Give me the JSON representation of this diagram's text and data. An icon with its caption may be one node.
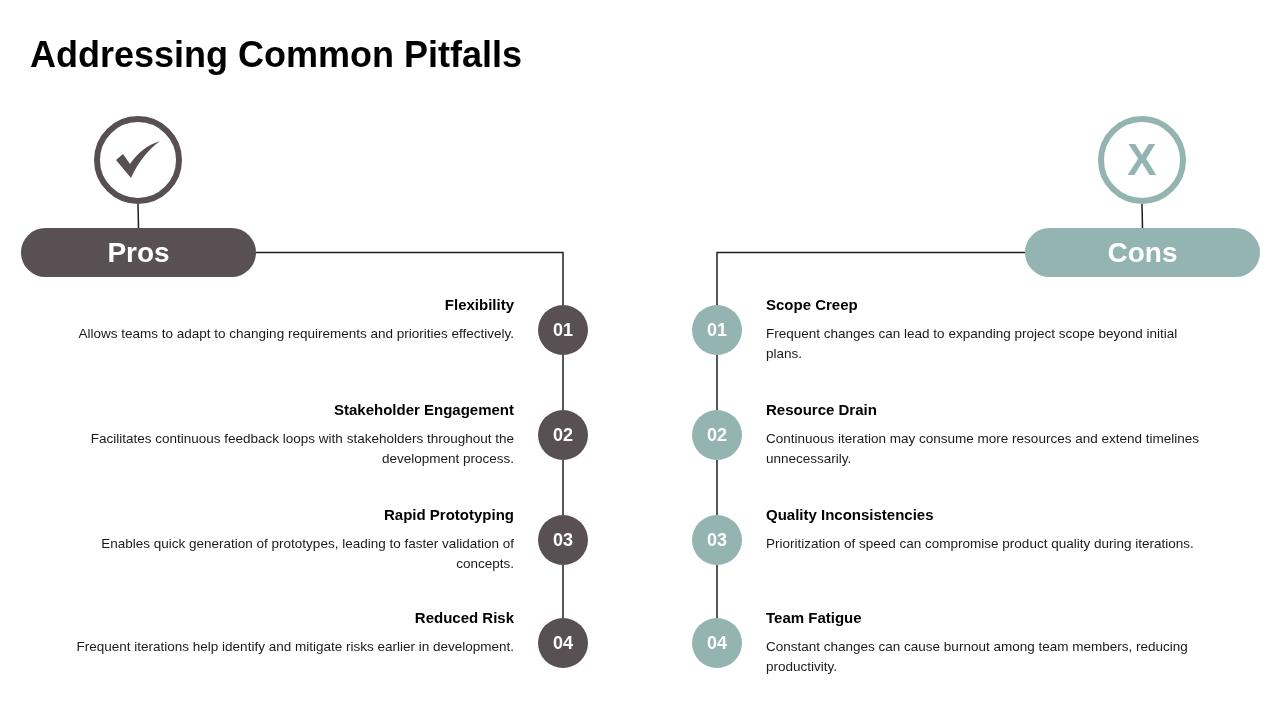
{
  "diagram": {
    "title": "Addressing Common Pitfalls",
    "nodes": [
      {
        "text": [],
        "shape": "circle"
      },
      {
        "text": [
          "Pros"
        ]
      },
      {
        "text": [
          "01"
        ],
        "beside": [
          "Flexibility",
          "Allows teams to adapt to changing requirements and priorities effectively."
        ]
      },
      {
        "text": [
          "02"
        ],
        "beside": [
          "Stakeholder Engagement",
          "Facilitates continuous feedback loops with stakeholders throughout the development process."
        ]
      },
      {
        "text": [
          "03"
        ],
        "beside": [
          "Rapid Prototyping",
          "Enables quick generation of prototypes, leading to faster validation of concepts."
        ]
      },
      {
        "text": [
          "04"
        ],
        "beside": [
          "Reduced Risk",
          "Frequent iterations help identify and mitigate risks earlier in development."
        ]
      },
      {
        "text": [
          "X"
        ]
      },
      {
        "text": [
          "Cons"
        ]
      },
      {
        "text": [
          "01"
        ],
        "beside": [
          "Scope Creep",
          "Frequent changes can lead to expanding project scope beyond initial plans."
        ]
      },
      {
        "text": [
          "02"
        ],
        "beside": [
          "Resource Drain",
          "Continuous iteration may consume more resources and extend timelines unnecessarily."
        ]
      },
      {
        "text": [
          "03"
        ],
        "beside": [
          "Quality Inconsistencies",
          "Prioritization of speed can compromise product quality during iterations."
        ]
      },
      {
        "text": [
          "04"
        ],
        "beside": [
          "Team Fatigue",
          "Constant changes can cause burnout among team members, reducing productivity."
        ]
      }
    ],
    "edges": [
      {
        "from": 0,
        "to": 1,
        "arrow": "none"
      },
      {
        "from": 1,
        "to": 2,
        "arrow": "none"
      },
      {
        "from": 2,
        "to": 3,
        "arrow": "none"
      },
      {
        "from": 3,
        "to": 4,
        "arrow": "none"
      },
      {
        "from": 4,
        "to": 5,
        "arrow": "none"
      },
      {
        "from": 6,
        "to": 7,
        "arrow": "none"
      },
      {
        "from": 7,
        "to": 8,
        "arrow": "none"
      },
      {
        "from": 8,
        "to": 9,
        "arrow": "none"
      },
      {
        "from": 9,
        "to": 10,
        "arrow": "none"
      },
      {
        "from": 10,
        "to": 11,
        "arrow": "none"
      }
    ]
  }
}
